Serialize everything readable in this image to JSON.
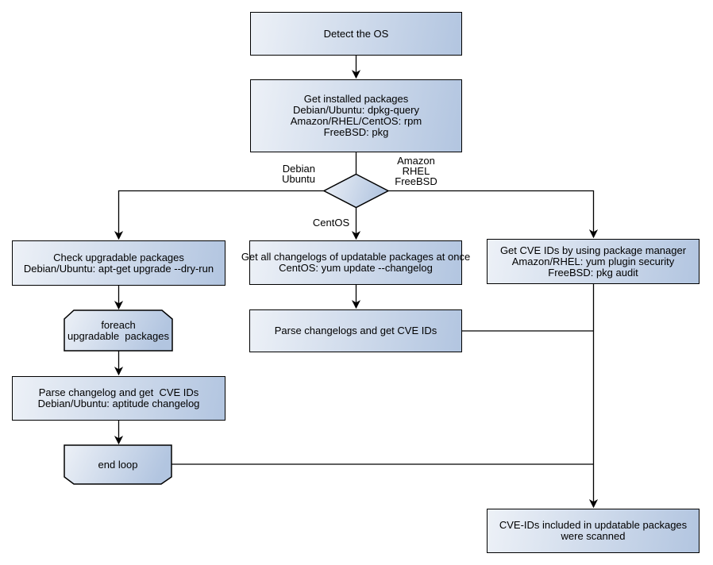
{
  "diagram": {
    "nodes": {
      "detect_os": {
        "lines": [
          "Detect the OS"
        ]
      },
      "get_installed_packages": {
        "lines": [
          "Get installed packages",
          "Debian/Ubuntu: dpkg-query",
          "Amazon/RHEL/CentOS: rpm",
          "FreeBSD: pkg"
        ]
      },
      "check_upgradable_packages": {
        "lines": [
          "Check upgradable packages",
          "Debian/Ubuntu: apt-get upgrade --dry-run"
        ]
      },
      "foreach_loop": {
        "lines": [
          "foreach",
          "upgradable  packages"
        ]
      },
      "parse_changelog_debian": {
        "lines": [
          "Parse changelog and get  CVE IDs",
          "Debian/Ubuntu: aptitude changelog"
        ]
      },
      "end_loop": {
        "lines": [
          "end loop"
        ]
      },
      "get_all_changelogs": {
        "lines": [
          "Get all changelogs of updatable packages at once",
          "CentOS: yum update --changelog"
        ]
      },
      "parse_changelogs": {
        "lines": [
          "Parse changelogs and get CVE IDs"
        ]
      },
      "get_cve_ids_pkg_manager": {
        "lines": [
          "Get CVE IDs by using package manager",
          "Amazon/RHEL: yum plugin security",
          "FreeBSD: pkg audit"
        ]
      },
      "scan_result": {
        "lines": [
          "CVE-IDs included in updatable packages",
          "were scanned"
        ]
      }
    },
    "branch_labels": {
      "left": [
        "Debian",
        "Ubuntu"
      ],
      "right": [
        "Amazon",
        "RHEL",
        "FreeBSD"
      ],
      "down": [
        "CentOS"
      ]
    },
    "colors": {
      "node_fill_light": "#edf1f7",
      "node_fill_dark": "#b2c5e0",
      "node_border": "#000000",
      "connector": "#000000",
      "bg": "#ffffff",
      "text": "#000000"
    }
  }
}
